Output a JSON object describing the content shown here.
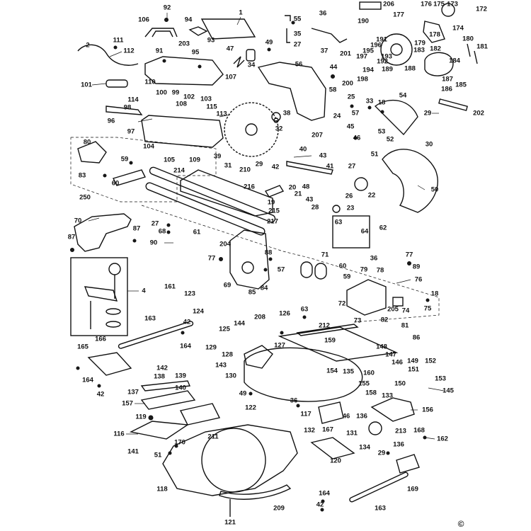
{
  "diagram": {
    "copyright_symbol": "©",
    "labels": [
      [
        "1",
        340,
        18
      ],
      [
        "92",
        236,
        11
      ],
      [
        "94",
        266,
        28
      ],
      [
        "106",
        203,
        28
      ],
      [
        "55",
        420,
        27
      ],
      [
        "36",
        456,
        19
      ],
      [
        "206",
        549,
        6
      ],
      [
        "176",
        602,
        6
      ],
      [
        "175",
        620,
        6
      ],
      [
        "173",
        639,
        6
      ],
      [
        "172",
        680,
        13
      ],
      [
        "177",
        563,
        21
      ],
      [
        "190",
        513,
        30
      ],
      [
        "174",
        647,
        40
      ],
      [
        "178",
        614,
        49
      ],
      [
        "93",
        298,
        57
      ],
      [
        "35",
        420,
        48
      ],
      [
        "203",
        260,
        62
      ],
      [
        "111",
        167,
        57
      ],
      [
        "2",
        124,
        64
      ],
      [
        "112",
        182,
        72
      ],
      [
        "95",
        276,
        74
      ],
      [
        "47",
        325,
        69
      ],
      [
        "49",
        380,
        60
      ],
      [
        "27",
        420,
        63
      ],
      [
        "191",
        539,
        56
      ],
      [
        "196",
        531,
        64
      ],
      [
        "195",
        520,
        72
      ],
      [
        "180",
        661,
        55
      ],
      [
        "181",
        681,
        66
      ],
      [
        "179",
        593,
        61
      ],
      [
        "183",
        592,
        71
      ],
      [
        "182",
        615,
        69
      ],
      [
        "37",
        458,
        72
      ],
      [
        "91",
        225,
        72
      ],
      [
        "34",
        355,
        92
      ],
      [
        "56",
        422,
        91
      ],
      [
        "201",
        488,
        76
      ],
      [
        "197",
        511,
        80
      ],
      [
        "192",
        540,
        87
      ],
      [
        "193",
        546,
        80
      ],
      [
        "184",
        642,
        86
      ],
      [
        "44",
        471,
        95
      ],
      [
        "194",
        520,
        99
      ],
      [
        "189",
        547,
        98
      ],
      [
        "188",
        579,
        97
      ],
      [
        "107",
        326,
        109
      ],
      [
        "99",
        248,
        131
      ],
      [
        "100",
        228,
        131
      ],
      [
        "102",
        267,
        137
      ],
      [
        "103",
        291,
        140
      ],
      [
        "110",
        212,
        116
      ],
      [
        "101",
        122,
        120
      ],
      [
        "114",
        188,
        141
      ],
      [
        "108",
        256,
        147
      ],
      [
        "115",
        299,
        151
      ],
      [
        "98",
        180,
        152
      ],
      [
        "113",
        313,
        161
      ],
      [
        "200",
        491,
        118
      ],
      [
        "198",
        512,
        112
      ],
      [
        "187",
        632,
        112
      ],
      [
        "185",
        651,
        120
      ],
      [
        "186",
        631,
        126
      ],
      [
        "58",
        470,
        127
      ],
      [
        "25",
        496,
        137
      ],
      [
        "33",
        522,
        143
      ],
      [
        "18",
        539,
        145
      ],
      [
        "54",
        569,
        135
      ],
      [
        "202",
        676,
        160
      ],
      [
        "29",
        604,
        160
      ],
      [
        "96",
        157,
        171
      ],
      [
        "57",
        502,
        160
      ],
      [
        "24",
        476,
        164
      ],
      [
        "38",
        405,
        160
      ],
      [
        "45",
        495,
        179
      ],
      [
        "53",
        539,
        186
      ],
      [
        "52",
        551,
        197
      ],
      [
        "32",
        394,
        182
      ],
      [
        "97",
        185,
        186
      ],
      [
        "104",
        210,
        207
      ],
      [
        "109",
        275,
        226
      ],
      [
        "105",
        239,
        226
      ],
      [
        "207",
        448,
        191
      ],
      [
        "46",
        504,
        195
      ],
      [
        "30",
        606,
        204
      ],
      [
        "40",
        428,
        211
      ],
      [
        "43",
        456,
        220
      ],
      [
        "41",
        466,
        235
      ],
      [
        "80",
        123,
        201
      ],
      [
        "39",
        307,
        221
      ],
      [
        "51",
        529,
        218
      ],
      [
        "31",
        322,
        234
      ],
      [
        "59",
        176,
        225
      ],
      [
        "210",
        346,
        240
      ],
      [
        "29",
        366,
        232
      ],
      [
        "42",
        389,
        236
      ],
      [
        "214",
        253,
        241
      ],
      [
        "83",
        116,
        248
      ],
      [
        "27",
        497,
        235
      ],
      [
        "60",
        163,
        259
      ],
      [
        "216",
        352,
        264
      ],
      [
        "48",
        432,
        264
      ],
      [
        "20",
        413,
        265
      ],
      [
        "21",
        421,
        274
      ],
      [
        "26",
        493,
        277
      ],
      [
        "22",
        525,
        276
      ],
      [
        "50",
        614,
        268
      ],
      [
        "250",
        120,
        279
      ],
      [
        "43",
        437,
        282
      ],
      [
        "28",
        445,
        293
      ],
      [
        "23",
        495,
        294
      ],
      [
        "19",
        383,
        286
      ],
      [
        "215",
        387,
        298
      ],
      [
        "217",
        385,
        313
      ],
      [
        "70",
        110,
        312
      ],
      [
        "27",
        219,
        316
      ],
      [
        "68",
        229,
        327
      ],
      [
        "61",
        278,
        328
      ],
      [
        "90",
        217,
        343
      ],
      [
        "63",
        478,
        314
      ],
      [
        "62",
        541,
        322
      ],
      [
        "64",
        515,
        327
      ],
      [
        "87",
        101,
        335
      ],
      [
        "87",
        193,
        323
      ],
      [
        "204",
        318,
        345
      ],
      [
        "77",
        299,
        365
      ],
      [
        "88",
        379,
        357
      ],
      [
        "71",
        459,
        360
      ],
      [
        "36",
        528,
        365
      ],
      [
        "77",
        578,
        360
      ],
      [
        "79",
        514,
        381
      ],
      [
        "78",
        537,
        382
      ],
      [
        "57",
        397,
        381
      ],
      [
        "60",
        484,
        376
      ],
      [
        "89",
        588,
        377
      ],
      [
        "76",
        591,
        395
      ],
      [
        "69",
        321,
        403
      ],
      [
        "85",
        356,
        413
      ],
      [
        "84",
        373,
        407
      ],
      [
        "59",
        490,
        391
      ],
      [
        "4",
        203,
        411
      ],
      [
        "161",
        240,
        405
      ],
      [
        "123",
        268,
        415
      ],
      [
        "18",
        614,
        415
      ],
      [
        "72",
        483,
        429
      ],
      [
        "75",
        604,
        436
      ],
      [
        "205",
        555,
        437
      ],
      [
        "74",
        573,
        439
      ],
      [
        "63",
        430,
        437
      ],
      [
        "124",
        280,
        440
      ],
      [
        "126",
        402,
        443
      ],
      [
        "163",
        212,
        450
      ],
      [
        "73",
        505,
        453
      ],
      [
        "82",
        543,
        452
      ],
      [
        "42",
        264,
        455
      ],
      [
        "208",
        367,
        448
      ],
      [
        "144",
        338,
        457
      ],
      [
        "125",
        317,
        465
      ],
      [
        "212",
        458,
        460
      ],
      [
        "81",
        572,
        460
      ],
      [
        "86",
        588,
        477
      ],
      [
        "165",
        117,
        490
      ],
      [
        "166",
        142,
        479
      ],
      [
        "164",
        262,
        489
      ],
      [
        "129",
        298,
        491
      ],
      [
        "127",
        395,
        488
      ],
      [
        "159",
        466,
        481
      ],
      [
        "148",
        539,
        490
      ],
      [
        "147",
        552,
        501
      ],
      [
        "128",
        321,
        501
      ],
      [
        "146",
        561,
        512
      ],
      [
        "149",
        583,
        510
      ],
      [
        "152",
        608,
        510
      ],
      [
        "143",
        312,
        516
      ],
      [
        "142",
        229,
        520
      ],
      [
        "154",
        469,
        524
      ],
      [
        "135",
        492,
        525
      ],
      [
        "160",
        521,
        527
      ],
      [
        "151",
        584,
        522
      ],
      [
        "153",
        622,
        535
      ],
      [
        "164",
        124,
        537
      ],
      [
        "138",
        225,
        532
      ],
      [
        "139",
        255,
        531
      ],
      [
        "130",
        326,
        531
      ],
      [
        "150",
        565,
        542
      ],
      [
        "145",
        633,
        552
      ],
      [
        "42",
        142,
        557
      ],
      [
        "137",
        188,
        554
      ],
      [
        "140",
        255,
        548
      ],
      [
        "155",
        514,
        542
      ],
      [
        "158",
        524,
        555
      ],
      [
        "133",
        547,
        559
      ],
      [
        "49",
        343,
        556
      ],
      [
        "157",
        180,
        570
      ],
      [
        "36",
        415,
        566
      ],
      [
        "122",
        354,
        576
      ],
      [
        "156",
        604,
        579
      ],
      [
        "117",
        432,
        585
      ],
      [
        "46",
        489,
        588
      ],
      [
        "136",
        511,
        588
      ],
      [
        "119",
        199,
        589
      ],
      [
        "116",
        168,
        613
      ],
      [
        "132",
        437,
        608
      ],
      [
        "167",
        463,
        607
      ],
      [
        "131",
        497,
        612
      ],
      [
        "213",
        566,
        609
      ],
      [
        "168",
        592,
        608
      ],
      [
        "162",
        625,
        620
      ],
      [
        "211",
        301,
        617
      ],
      [
        "170",
        254,
        625
      ],
      [
        "134",
        515,
        632
      ],
      [
        "29",
        539,
        640
      ],
      [
        "136",
        563,
        628
      ],
      [
        "141",
        188,
        638
      ],
      [
        "51",
        223,
        643
      ],
      [
        "120",
        474,
        651
      ],
      [
        "169",
        583,
        691
      ],
      [
        "118",
        229,
        691
      ],
      [
        "164",
        458,
        697
      ],
      [
        "209",
        394,
        718
      ],
      [
        "163",
        537,
        718
      ],
      [
        "42",
        452,
        713
      ],
      [
        "121",
        325,
        738
      ]
    ]
  }
}
